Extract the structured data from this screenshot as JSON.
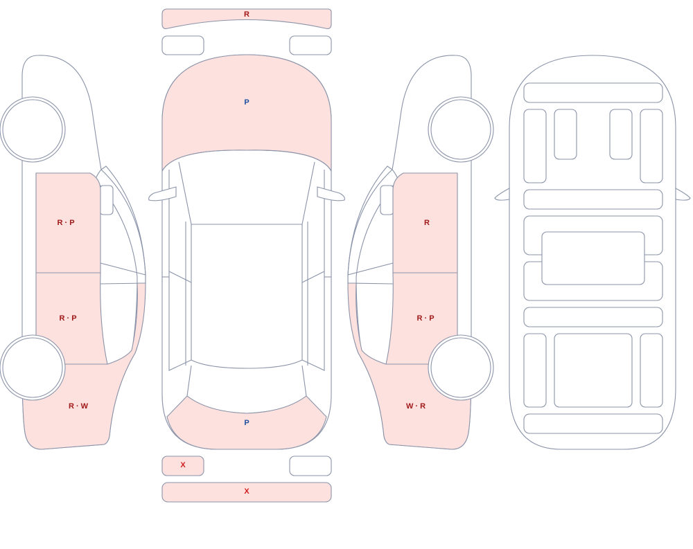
{
  "colors": {
    "outline": "#8a93a8",
    "damage_fill": "#fde1df",
    "label_red": "#a01818",
    "label_blue": "#1f4fa0",
    "label_bright_red": "#d01c1c"
  },
  "labels": {
    "rear_bumper_top": "R",
    "hood": "P",
    "trunk": "P",
    "front_left_small": "X",
    "front_bumper": "X",
    "left_front_door": "R · P",
    "left_rear_door": "R · P",
    "left_rear_quarter": "R · W",
    "right_front_door": "R",
    "right_rear_door": "R · P",
    "right_rear_quarter": "W · R"
  }
}
